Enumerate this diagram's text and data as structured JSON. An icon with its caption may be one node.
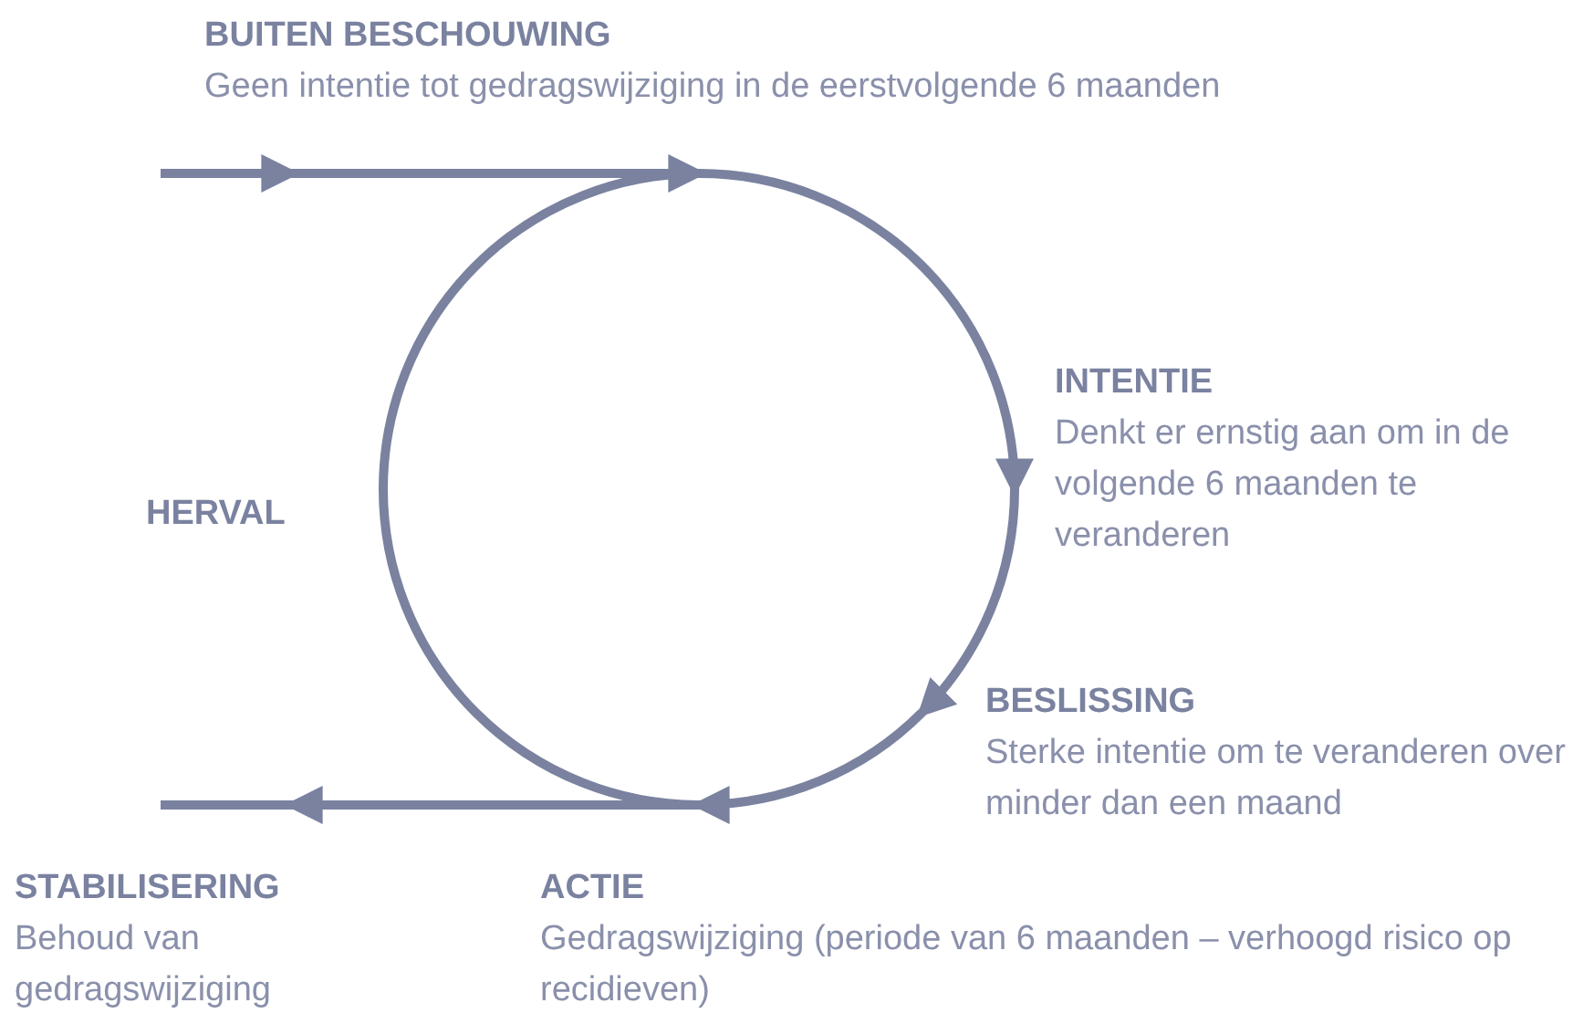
{
  "diagram": {
    "nodes": [
      {
        "text": [
          "BUITEN BESCHOUWING",
          "Geen intentie tot gedragswijziging in de eerstvolgende 6 maanden"
        ]
      },
      {
        "text": [
          "INTENTIE",
          "Denkt er ernstig aan om in de volgende 6 maanden te veranderen"
        ]
      },
      {
        "text": [
          "BESLISSING",
          "Sterke intentie om te veranderen over minder dan een maand"
        ]
      },
      {
        "text": [
          "ACTIE",
          "Gedragswijziging (periode van 6 maanden – verhoogd risico op recidieven)"
        ]
      },
      {
        "text": [
          "HERVAL"
        ]
      },
      {
        "text": [
          "STABILISERING",
          "Behoud van gedragswijziging"
        ]
      }
    ],
    "edges": [
      {
        "from": null,
        "to": 0,
        "arrow": "to"
      },
      {
        "from": 0,
        "to": 1,
        "arrow": "to"
      },
      {
        "from": 1,
        "to": 2,
        "arrow": "to"
      },
      {
        "from": 2,
        "to": 3,
        "arrow": "to"
      },
      {
        "from": 3,
        "to": 4,
        "arrow": "none"
      },
      {
        "from": 4,
        "to": 0,
        "arrow": "none"
      },
      {
        "from": 3,
        "to": 5,
        "arrow": "to"
      }
    ]
  }
}
